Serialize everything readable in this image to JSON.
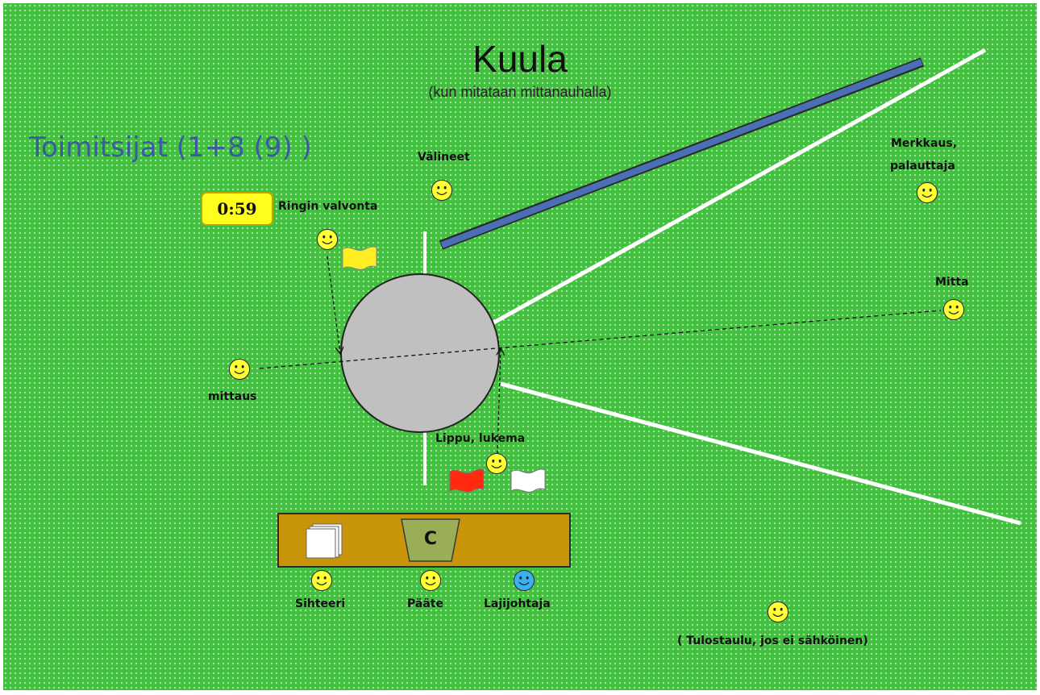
{
  "title": "Kuula",
  "subtitle": "(kun mitataan mittanauhalla)",
  "staff_heading": "Toimitsijat (1+8 (9) )",
  "timer": "0:59",
  "table_device_letter": "C",
  "officials": {
    "valineet": "Välineet",
    "ringin_valvonta": "Ringin valvonta",
    "merkkaus_line1": "Merkkaus,",
    "merkkaus_line2": "palauttaja",
    "mitta": "Mitta",
    "mittaus": "mittaus",
    "lippu_lukema": "Lippu, lukema",
    "sihteeri": "Sihteeri",
    "paate": "Pääte",
    "lajijohtaja": "Lajijohtaja",
    "tulostaulu": "( Tulostaulu, jos ei sähköinen)"
  },
  "colors": {
    "field": "#41c03d",
    "circle": "#c0c0c0",
    "stopboard": "#4a6fb5",
    "timer_bg": "#ffff1e",
    "official_face": "#ffff33",
    "head_judge_face": "#3ab0f0",
    "flag_yellow": "#ffee22",
    "flag_red": "#ff2a10",
    "flag_white": "#ffffff",
    "table": "#c8950a",
    "device": "#9aae58"
  },
  "icons": {
    "official": "smiley-icon",
    "head_judge": "smiley-blue-icon",
    "flag": "flag-icon",
    "papers": "papers-icon"
  }
}
